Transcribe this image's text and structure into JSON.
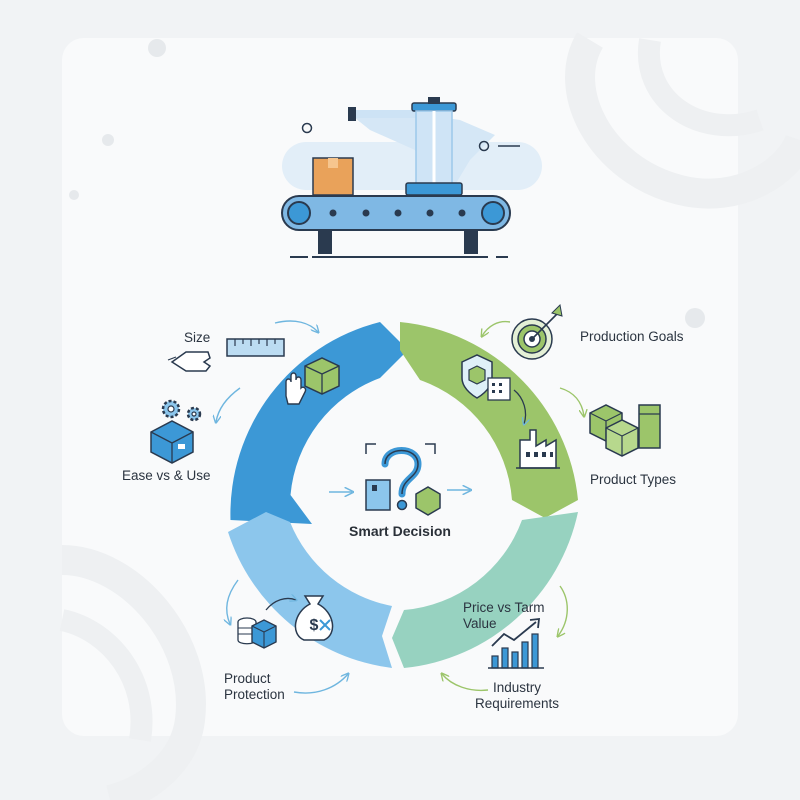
{
  "diagram": {
    "center_title": "Smart Decision",
    "labels": {
      "size": "Size",
      "production_goals": "Production Goals",
      "ease_of_use": "Ease vs & Use",
      "product_types": "Product Types",
      "price_vs_term_value": "Price vs Tarm Value",
      "product_protection": "Product Protection",
      "industry_requirements": "Industry Requirements"
    },
    "colors": {
      "blue_segment": "#3c98d6",
      "green_segment": "#9cc56a",
      "teal_segment": "#97d2c0",
      "light_blue_segment": "#8cc6ec",
      "icon_stroke": "#2a3a4f",
      "accent_orange": "#e9a25a"
    },
    "icons": [
      "conveyor-machine-icon",
      "ruler-icon",
      "pointer-hand-icon",
      "hand-box-icon",
      "gears-box-icon",
      "target-icon",
      "shield-box-icon",
      "factory-icon",
      "boxes-icon",
      "question-mark-icon",
      "money-bag-icon",
      "coins-box-icon",
      "growth-chart-icon"
    ]
  }
}
